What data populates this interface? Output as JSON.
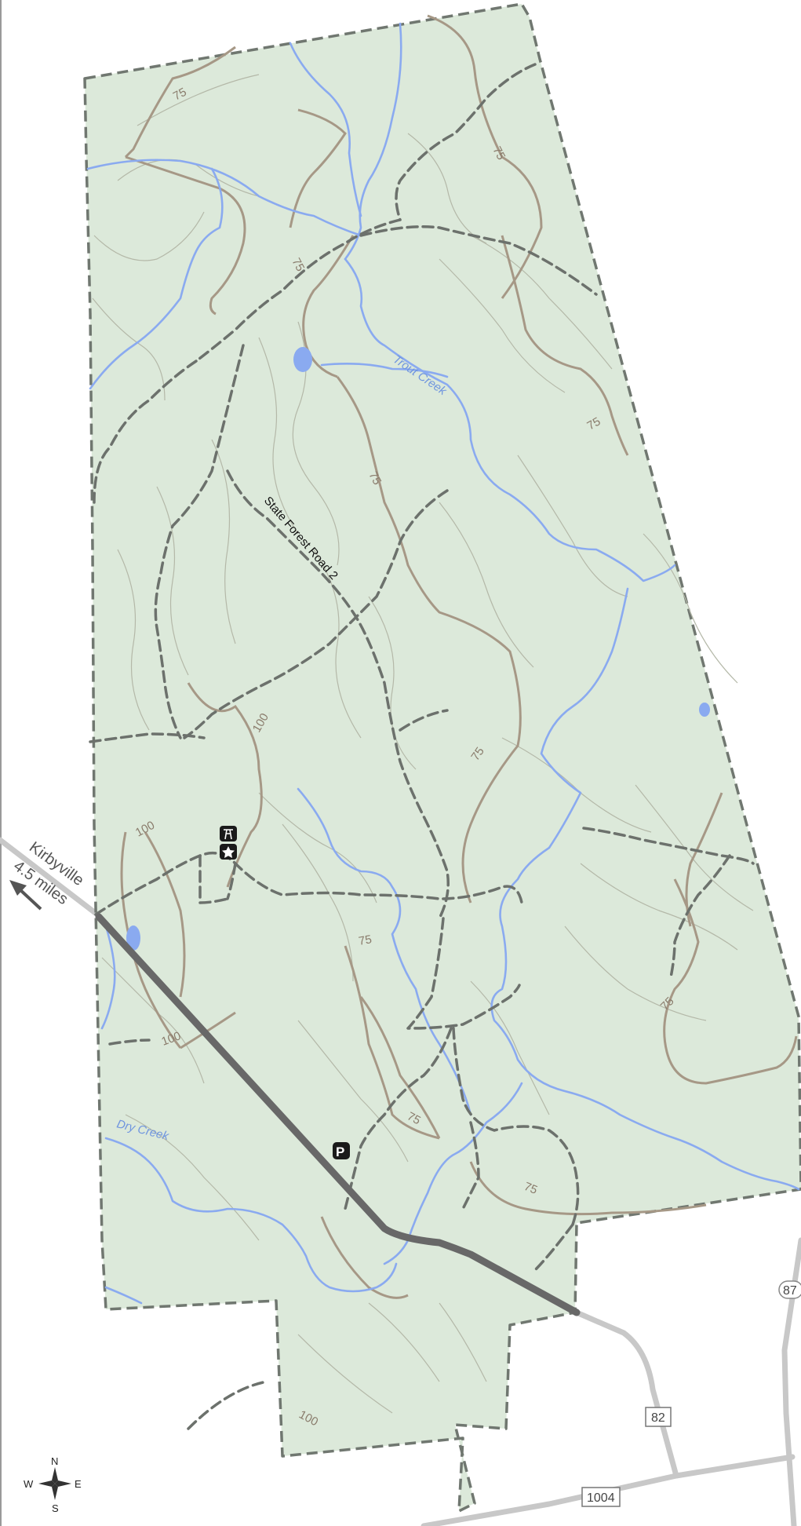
{
  "labels": {
    "road_name": "State Forest Road 2",
    "creek_trout": "Trout Creek",
    "creek_dry": "Dry Creek",
    "destination": "Kirbyville",
    "distance": "4.5 miles"
  },
  "contour_labels": [
    "75",
    "75",
    "75",
    "75",
    "75",
    "75",
    "75",
    "75",
    "75",
    "75",
    "100",
    "100",
    "100",
    "100"
  ],
  "routes": {
    "state_route": "87",
    "county_road_a": "82",
    "county_road_b": "1004"
  },
  "compass": {
    "north": "N",
    "south": "S",
    "east": "E",
    "west": "W"
  },
  "icons": {
    "tower": "fire-tower-icon",
    "point_of_interest": "star-icon",
    "parking": "parking-icon"
  },
  "colors": {
    "forest": "#dce9da",
    "boundary": "#707770",
    "water": "#8aaaf0",
    "index_contour": "#a69886",
    "contour": "#b4b8a8",
    "trail": "#6c716c",
    "main_road": "#686868",
    "outside_road": "#c8c8c8"
  }
}
